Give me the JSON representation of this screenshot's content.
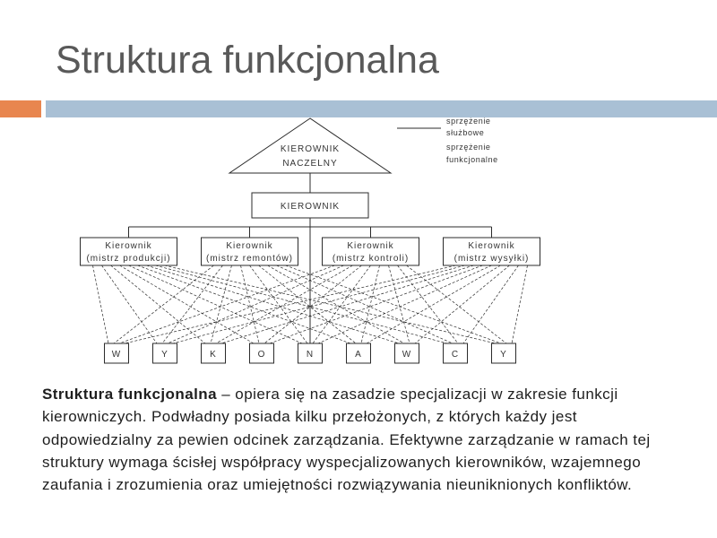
{
  "slide": {
    "title": "Struktura funkcjonalna"
  },
  "colors": {
    "title": "#595959",
    "accent_orange": "#e8864f",
    "accent_blue": "#a9c0d5",
    "text": "#1e1e1e",
    "diagram_line": "#2b2b2b"
  },
  "diagram": {
    "chief": {
      "line1": "KIEROWNIK",
      "line2": "NACZELNY"
    },
    "legend": [
      {
        "line1": "sprzężenie",
        "line2": "służbowe"
      },
      {
        "line1": "sprzężenie",
        "line2": "funkcjonalne"
      }
    ],
    "manager": "KIEROWNIK",
    "functional_managers": [
      {
        "title": "Kierownik",
        "role": "(mistrz produkcji)"
      },
      {
        "title": "Kierownik",
        "role": "(mistrz remontów)"
      },
      {
        "title": "Kierownik",
        "role": "(mistrz kontroli)"
      },
      {
        "title": "Kierownik",
        "role": "(mistrz wysyłki)"
      }
    ],
    "workers": [
      "W",
      "Y",
      "K",
      "O",
      "N",
      "A",
      "W",
      "C",
      "Y"
    ]
  },
  "description": {
    "term": "Struktura funkcjonalna",
    "lines": [
      "– opiera się na zasadzie specjalizacji w zakresie funkcji",
      "kierowniczych. Podwładny posiada kilku przełożonych, z których każdy jest",
      "odpowiedzialny za pewien odcinek zarządzania. Efektywne zarządzanie w ramach tej",
      "struktury wymaga ścisłej współpracy wyspecjalizowanych kierowników, wzajemnego",
      "zaufania i zrozumienia oraz umiejętności rozwiązywania nieuniknionych konfliktów."
    ]
  }
}
